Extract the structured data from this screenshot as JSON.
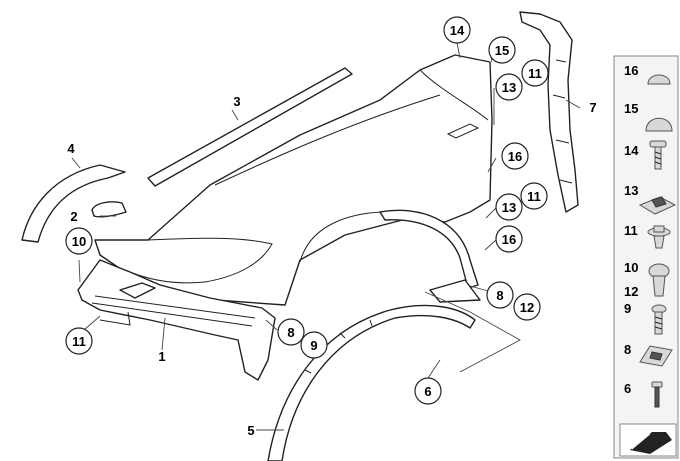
{
  "diagram": {
    "callouts": [
      {
        "id": "c1",
        "label": "1"
      },
      {
        "id": "c2",
        "label": "2"
      },
      {
        "id": "c3",
        "label": "3"
      },
      {
        "id": "c4",
        "label": "4"
      },
      {
        "id": "c5",
        "label": "5"
      },
      {
        "id": "c6",
        "label": "6"
      },
      {
        "id": "c7",
        "label": "7"
      },
      {
        "id": "c8a",
        "label": "8"
      },
      {
        "id": "c8b",
        "label": "8"
      },
      {
        "id": "c9",
        "label": "9"
      },
      {
        "id": "c10",
        "label": "10"
      },
      {
        "id": "c11a",
        "label": "11"
      },
      {
        "id": "c11b",
        "label": "11"
      },
      {
        "id": "c11c",
        "label": "11"
      },
      {
        "id": "c12",
        "label": "12"
      },
      {
        "id": "c13a",
        "label": "13"
      },
      {
        "id": "c13b",
        "label": "13"
      },
      {
        "id": "c14",
        "label": "14"
      },
      {
        "id": "c15",
        "label": "15"
      },
      {
        "id": "c16a",
        "label": "16"
      },
      {
        "id": "c16b",
        "label": "16"
      }
    ]
  },
  "legend": {
    "items": [
      {
        "number": "16",
        "icon": "dome-cap-icon"
      },
      {
        "number": "15",
        "icon": "dome-cap-icon"
      },
      {
        "number": "14",
        "icon": "screw-icon"
      },
      {
        "number": "13",
        "icon": "clip-nut-icon"
      },
      {
        "number": "11",
        "icon": "expanding-rivet-icon"
      },
      {
        "number": "10",
        "icon": "rivet-icon"
      },
      {
        "number": "12",
        "icon": "rivet-icon"
      },
      {
        "number": "9",
        "icon": "screw-icon"
      },
      {
        "number": "8",
        "icon": "speed-nut-icon"
      },
      {
        "number": "6",
        "icon": "pin-icon"
      }
    ],
    "nav_icon": "arrow-icon"
  }
}
